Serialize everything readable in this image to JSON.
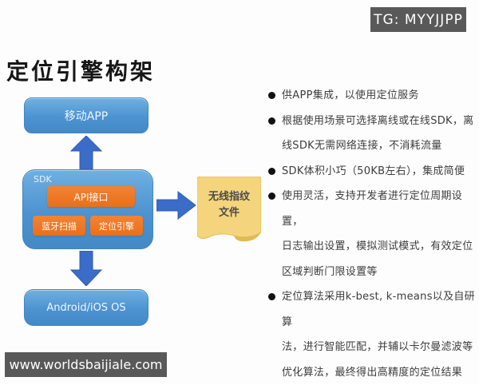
{
  "badge": {
    "text": "TG: MYYJJPP"
  },
  "title": "定位引擎构架",
  "diagram": {
    "app_box": "移动APP",
    "sdk_box": {
      "label": "SDK",
      "api": "API接口",
      "bluetooth": "蓝牙扫描",
      "engine": "定位引擎"
    },
    "os_box": "Android/iOS OS",
    "note": "无线指纹\n文件",
    "colors": {
      "box_blue": "#4d93d1",
      "arrow_blue": "#3a6cc8",
      "orange": "#ee7623",
      "note_yellow": "#f4d57d",
      "badge_gray": "#595959"
    }
  },
  "bullets": [
    {
      "text": "供APP集成，以使用定位服务"
    },
    {
      "text": "根据使用场景可选择离线或在线SDK，离\n线SDK无需网络连接，不消耗流量"
    },
    {
      "text": "SDK体积小巧（50KB左右），集成简便"
    },
    {
      "text": "使用灵活，支持开发者进行定位周期设置，\n日志输出设置，模拟测试模式，有效定位\n区域判断门限设置等"
    },
    {
      "text": "定位算法采用k-best, k-means以及自研算\n法，进行智能匹配，并辅以卡尔曼滤波等\n优化算法，最终得出高精度的定位结果"
    }
  ],
  "footer": {
    "url": "www.worldsbaijiale.com"
  }
}
